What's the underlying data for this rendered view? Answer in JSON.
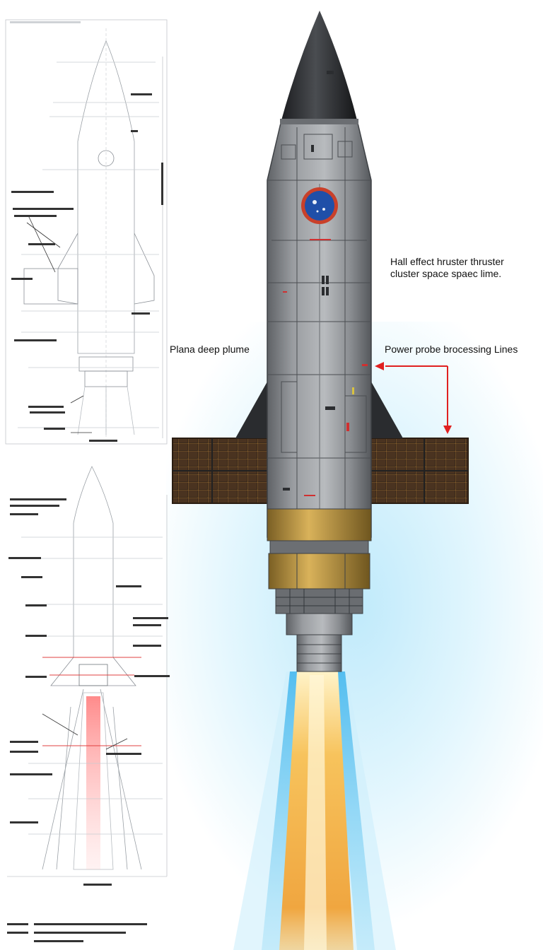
{
  "annotations": {
    "hall_effect": "Hall effect hruster  thruster cluster space spaec lime.",
    "plasma_plume": "Plana deep plume",
    "power_processing": "Power probe brocessing Lines"
  },
  "colors": {
    "hull": "#8d9094",
    "hull_dark": "#5f6266",
    "nose": "#2b2d30",
    "gold": "#b8943e",
    "solar_panel": "#3a2a1c",
    "solar_grid": "#c08a3a",
    "callout": "#e02020",
    "glow": "#bfe9f9",
    "plume_core": "#f4b648",
    "plume_edge": "#6fcff2",
    "blueprint_line": "#8a8f96"
  },
  "icons": {
    "mission_patch": "mission-patch-icon"
  }
}
